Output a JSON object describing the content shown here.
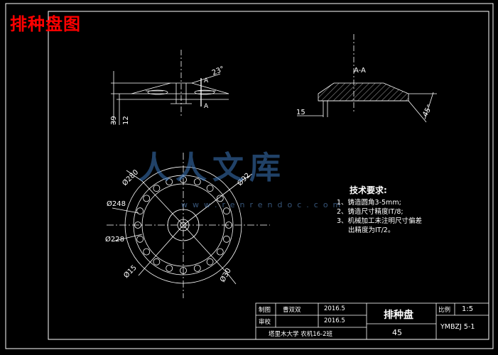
{
  "title": "排种盘图",
  "watermark": {
    "text": "人人文库",
    "url": "www.renrendoc.com"
  },
  "side_view": {
    "angle_label": "23°",
    "section_mark_top": "A",
    "section_mark_bottom": "A",
    "dim_39": "39",
    "dim_12": "12"
  },
  "section_view": {
    "label": "A-A",
    "dim_15": "15",
    "dim_45": "45°"
  },
  "front_view": {
    "d280": "Ø280",
    "d248": "Ø248",
    "d228": "Ø228",
    "d92": "Ø92",
    "d15": "Ø15",
    "d30": "Ø30"
  },
  "tech_requirements": {
    "heading": "技术要求:",
    "items": [
      "1、铸造圆角3-5mm;",
      "2、铸造尺寸精度IT/8;",
      "3、机械加工未注明尺寸偏差"
    ],
    "item3_cont": "出精度为IT/2。"
  },
  "title_block": {
    "row1_label": "制图",
    "row1_name": "曹双双",
    "row1_date": "2016.5",
    "row2_label": "审校",
    "row2_date": "2016.5",
    "part_name": "排种盘",
    "scale_label": "比例",
    "scale_value": "1:5",
    "material": "45",
    "drawing_no": "YMBZJ 5-1",
    "school": "塔里木大学 农机16-2班"
  },
  "colors": {
    "title": "#ff0000",
    "line": "#ffffff",
    "watermark": "#3c78be"
  }
}
